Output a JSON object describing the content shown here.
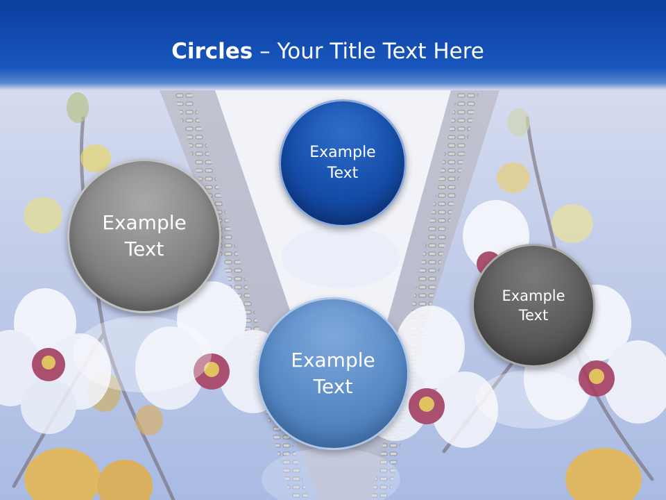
{
  "slide": {
    "title_bold": "Circles",
    "title_rest": " – Your Title Text Here",
    "circles": [
      {
        "label": "Example Text",
        "color": "#8a8a8a"
      },
      {
        "label": "Example Text",
        "color": "#1650ad"
      },
      {
        "label": "Example Text",
        "color": "#5b8cc9"
      },
      {
        "label": "Example Text",
        "color": "#5e5e5e"
      }
    ]
  },
  "colors": {
    "header": "#1856bd",
    "background": "#c9d3ea"
  }
}
